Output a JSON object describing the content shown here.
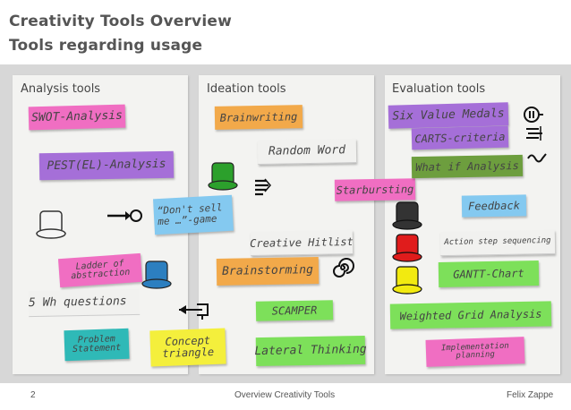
{
  "slide": {
    "title": "Creativity Tools Overview",
    "subtitle": "Tools regarding usage"
  },
  "columns": {
    "analysis": "Analysis tools",
    "ideation": "Ideation tools",
    "evaluation": "Evaluation tools"
  },
  "notes": {
    "swot": "SWOT-Analysis",
    "pest": "PEST(EL)-Analysis",
    "dont_sell": "“Don't sell me …”-game",
    "ladder": "Ladder of abstraction",
    "five_wh": "5 Wh questions",
    "problem": "Problem Statement",
    "concept": "Concept triangle",
    "brainwriting": "Brainwriting",
    "random_word": "Random Word",
    "starbursting": "Starbursting",
    "creative_hitlist": "Creative Hitlist",
    "brainstorming": "Brainstorming",
    "scamper": "SCAMPER",
    "lateral": "Lateral Thinking",
    "six_value": "Six Value Medals",
    "carts": "CARTS-criteria",
    "what_if": "What if Analysis",
    "feedback": "Feedback",
    "action_step": "Action step sequencing",
    "gantt": "GANTT-Chart",
    "weighted": "Weighted Grid Analysis",
    "implementation": "Implementation planning"
  },
  "footer": {
    "page": "2",
    "center": "Overview Creativity Tools",
    "author": "Felix Zappe"
  },
  "colors": {
    "pink": "#f06ec2",
    "purple": "#a56fd8",
    "orange": "#f2a94a",
    "yellow": "#f4ef3c",
    "green": "#7de05a",
    "blue": "#4a90d9",
    "teal": "#2fb9b7",
    "lightblue": "#84c9f0",
    "darkgreen": "#6d9e3e",
    "hat_white": "#f5f5f5",
    "hat_green": "#2ca02c",
    "hat_blue": "#2c7fc0",
    "hat_black": "#333333",
    "hat_red": "#e01c1c",
    "hat_yellow": "#f2ea10"
  },
  "icons": [
    "white-hat-icon",
    "arrow-circle-icon",
    "green-hat-icon",
    "brush-lines-icon",
    "blue-hat-icon",
    "spiral-icon",
    "wrench-arrow-icon",
    "medal-icon",
    "filter-lines-icon",
    "wave-icon",
    "black-hat-icon",
    "red-hat-icon",
    "yellow-hat-icon"
  ]
}
